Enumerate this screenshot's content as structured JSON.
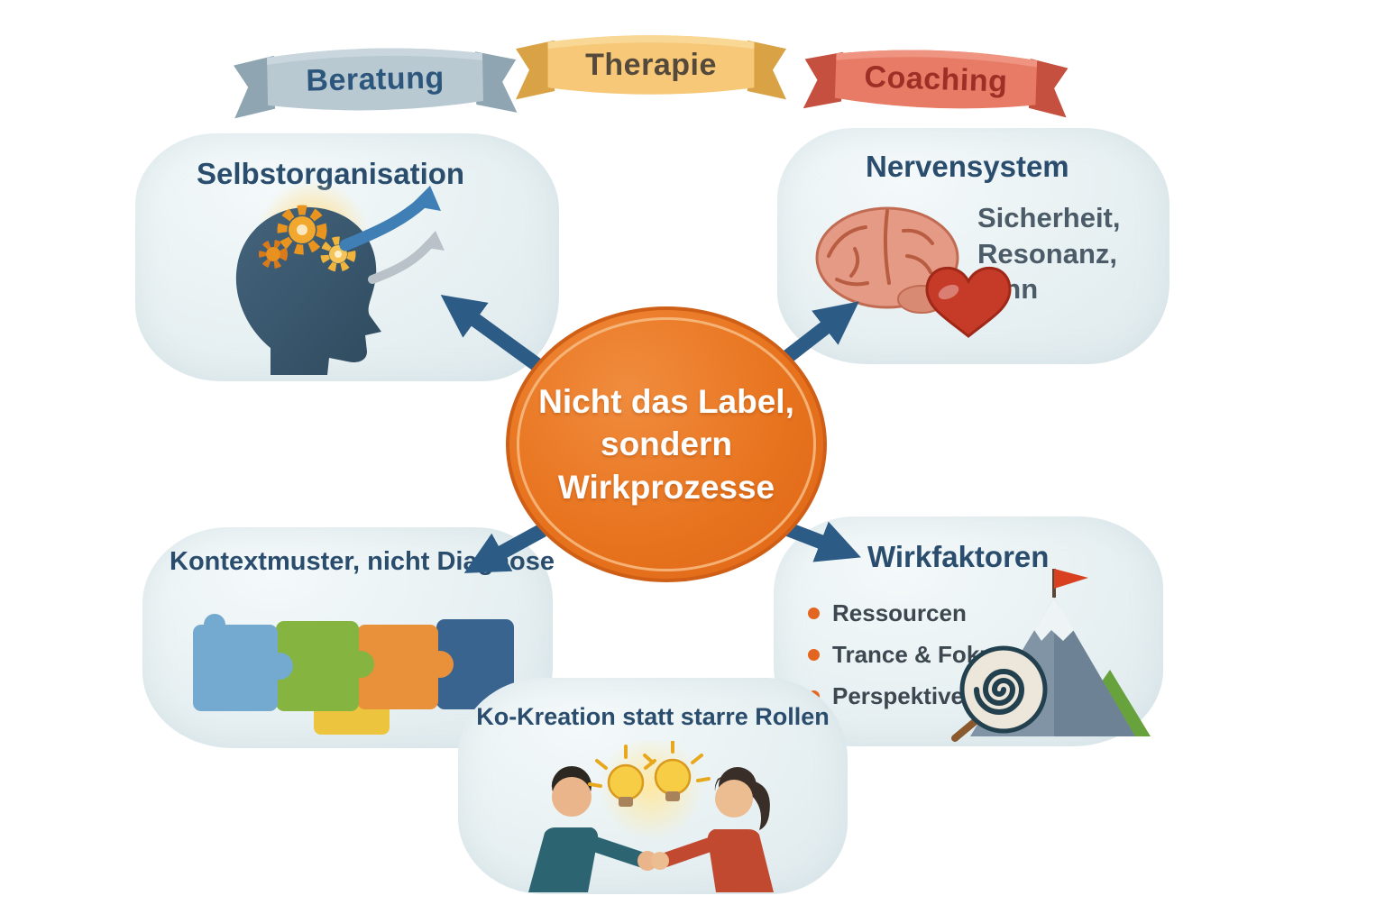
{
  "ribbons": {
    "beratung": {
      "label": "Beratung"
    },
    "therapie": {
      "label": "Therapie"
    },
    "coaching": {
      "label": "Coaching"
    }
  },
  "center": {
    "line1": "Nicht das Label,",
    "line2": "sondern",
    "line3": "Wirkprozesse"
  },
  "panels": {
    "selbstorganisation": {
      "title": "Selbstorganisation"
    },
    "nervensystem": {
      "title": "Nervensystem",
      "line1": "Sicherheit,",
      "line2": "Resonanz,",
      "line3": "Sinn"
    },
    "kontextmuster": {
      "title": "Kontextmuster, nicht Diagnose"
    },
    "wirkfaktoren": {
      "title": "Wirkfaktoren",
      "bullets": [
        "Ressourcen",
        "Trance & Fokus",
        "Perspektive…"
      ]
    },
    "kokreation": {
      "title": "Ko-Kreation statt starre Rollen"
    }
  },
  "colors": {
    "center_orange": "#e8741f",
    "arrow_blue": "#2c5b85",
    "panel_bg": "#e9f1f3",
    "title_navy": "#2a4d6e",
    "ribbon_beratung": "#b6c6cf",
    "ribbon_therapie": "#f6c877",
    "ribbon_coaching": "#e77b66",
    "bullet_orange": "#e2661f"
  }
}
